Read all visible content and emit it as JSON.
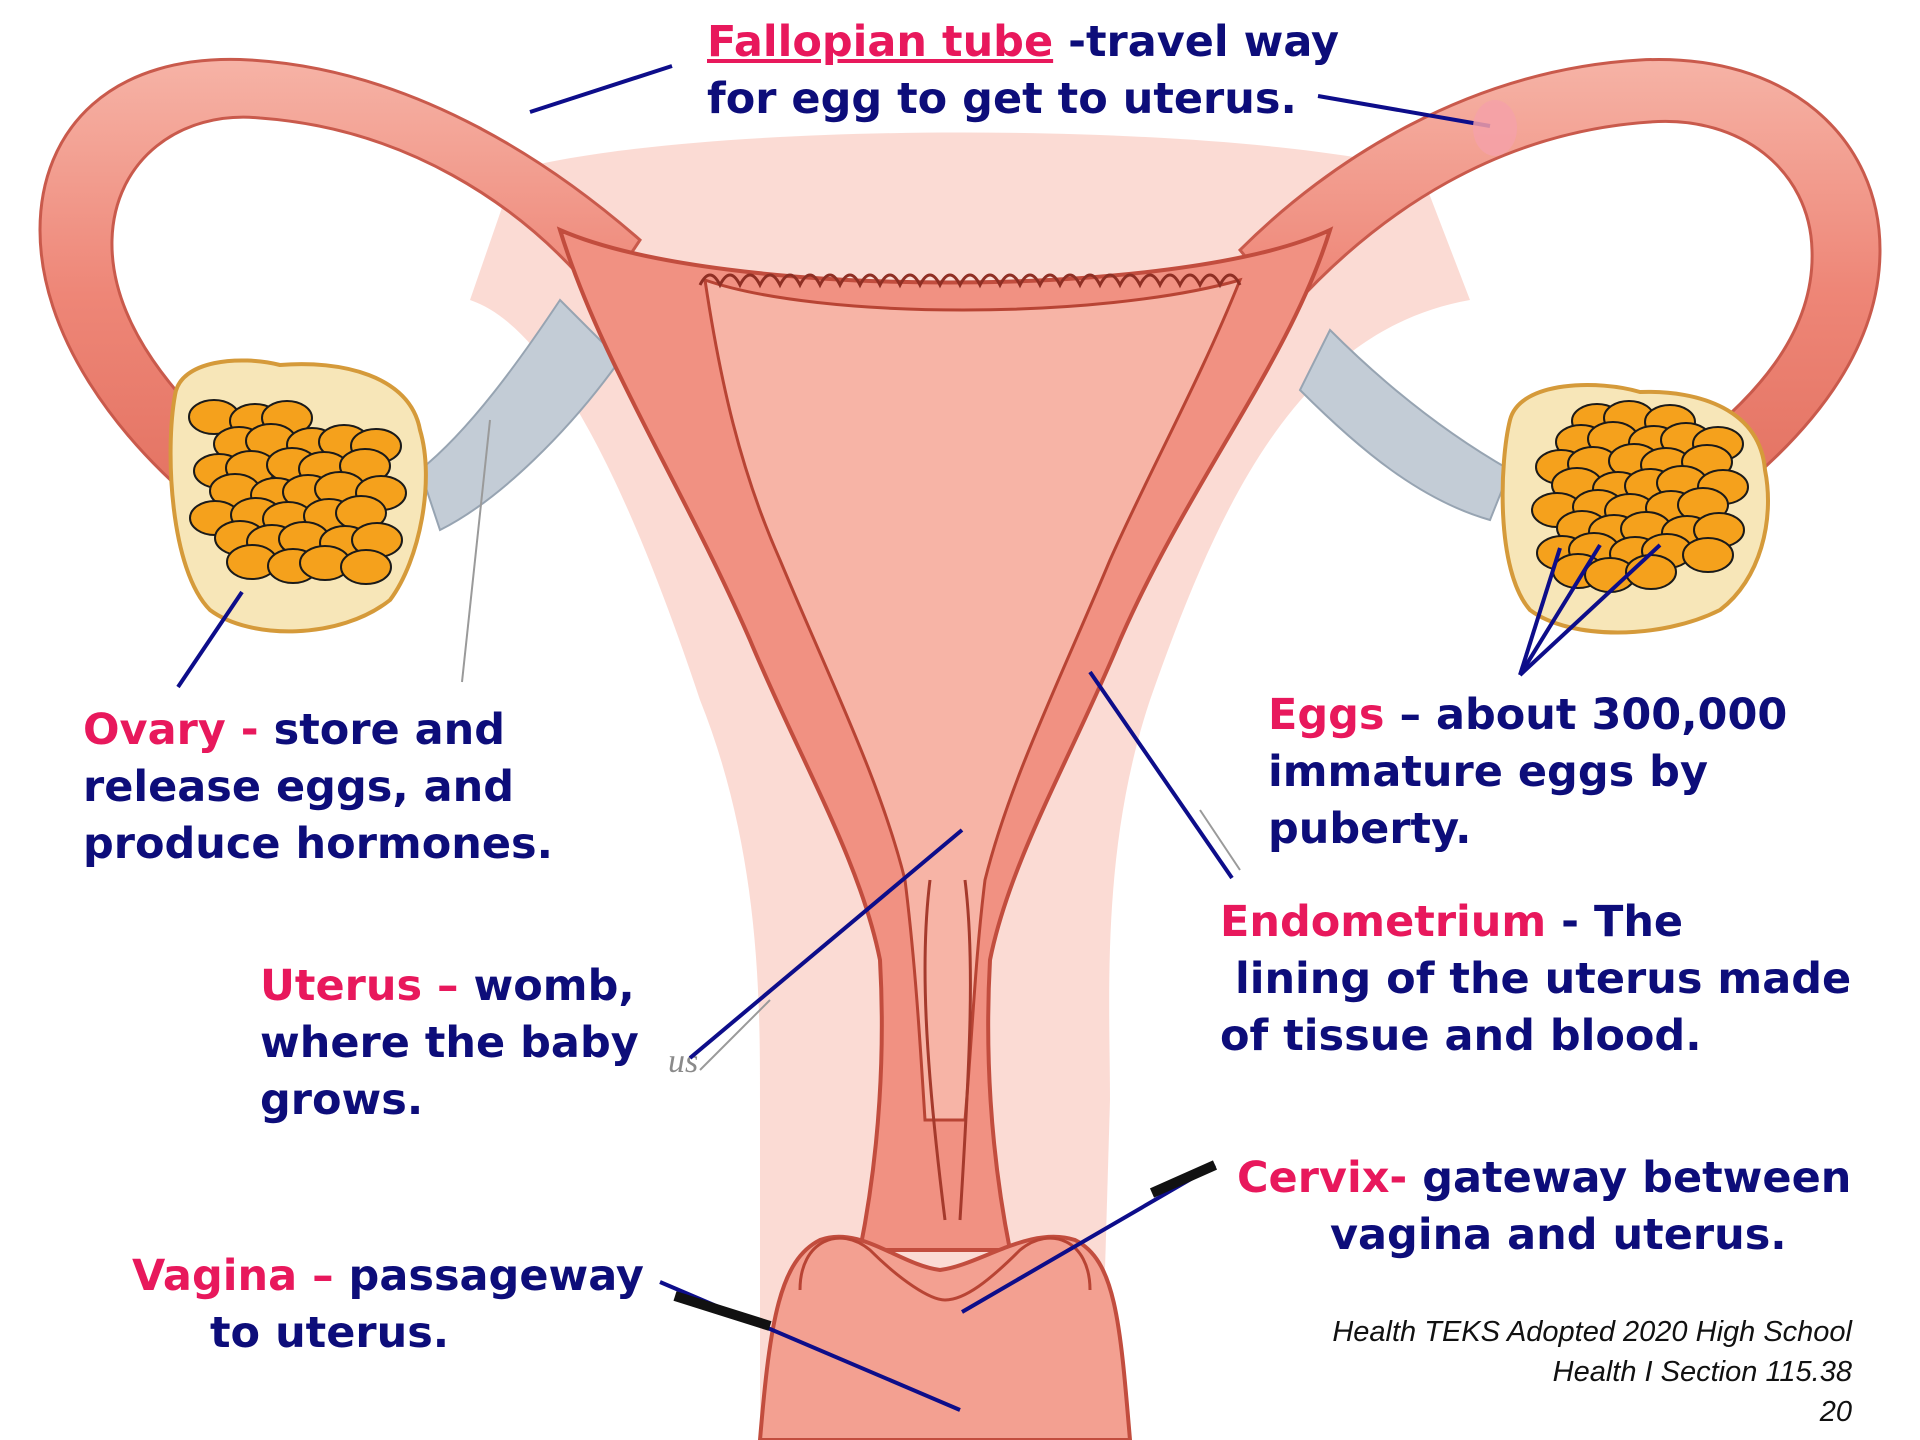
{
  "labels": {
    "fallopian": {
      "term": "Fallopian tube",
      "line1": " -travel way",
      "line2": "for egg to get to uterus."
    },
    "ovary": {
      "term": "Ovary - ",
      "line1": "store and",
      "line2": "release eggs, and",
      "line3": "produce hormones."
    },
    "eggs": {
      "term": "Eggs",
      "line1": " – about 300,000",
      "line2": "immature eggs by",
      "line3": "puberty."
    },
    "endometrium": {
      "term": "Endometrium",
      "line1": " - The",
      "line2": " lining of the uterus made",
      "line3": "of tissue and blood."
    },
    "uterus": {
      "term": "Uterus – ",
      "line1": "womb,",
      "line2": "where the baby",
      "line3": "grows."
    },
    "cervix": {
      "term": "Cervix- ",
      "line1": "gateway between",
      "line2": "vagina and uterus."
    },
    "vagina": {
      "term": "Vagina – ",
      "line1": "passageway",
      "line2": "to uterus."
    }
  },
  "faded_fragment": "us",
  "source": {
    "line1": "Health TEKS Adopted 2020 High School",
    "line2": "Health I Section 115.38",
    "page": "20"
  },
  "colors": {
    "term": "#e8185c",
    "text": "#0d0d7a",
    "leader": "#0d0d8a",
    "tissue": "#f08878",
    "tissue_light": "#f7c2b8",
    "egg_fill": "#f5a11c",
    "ligament": "#c3ccd6"
  }
}
